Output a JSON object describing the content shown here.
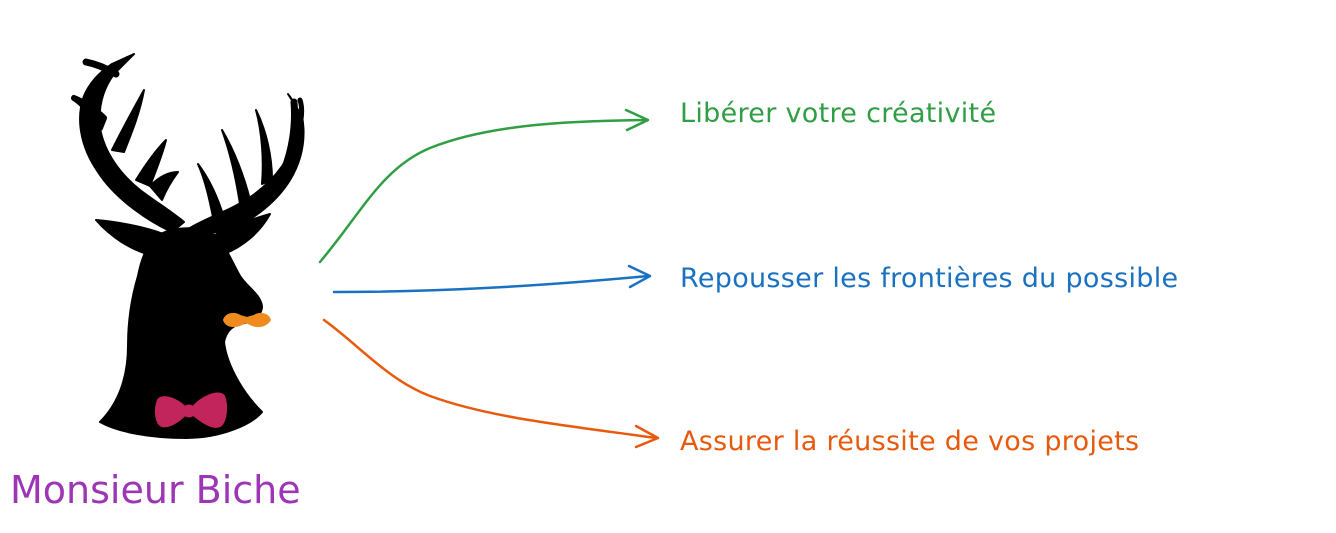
{
  "colors": {
    "silhouette": "#000000",
    "mustache": "#f08c1e",
    "bow_tie": "#c2255c",
    "brand": "#9c36b5"
  },
  "mascot": {
    "icon": "deer-head-icon",
    "accessories": [
      "mustache-icon",
      "bow-tie-icon"
    ],
    "name": "Monsieur Biche"
  },
  "goals": [
    {
      "label": "Libérer votre créativité",
      "color": "#2f9e44",
      "icon": "arrow-right-icon"
    },
    {
      "label": "Repousser les frontières du possible",
      "color": "#1971c2",
      "icon": "arrow-right-icon"
    },
    {
      "label": "Assurer la réussite de vos projets",
      "color": "#e8590c",
      "icon": "arrow-right-icon"
    }
  ]
}
